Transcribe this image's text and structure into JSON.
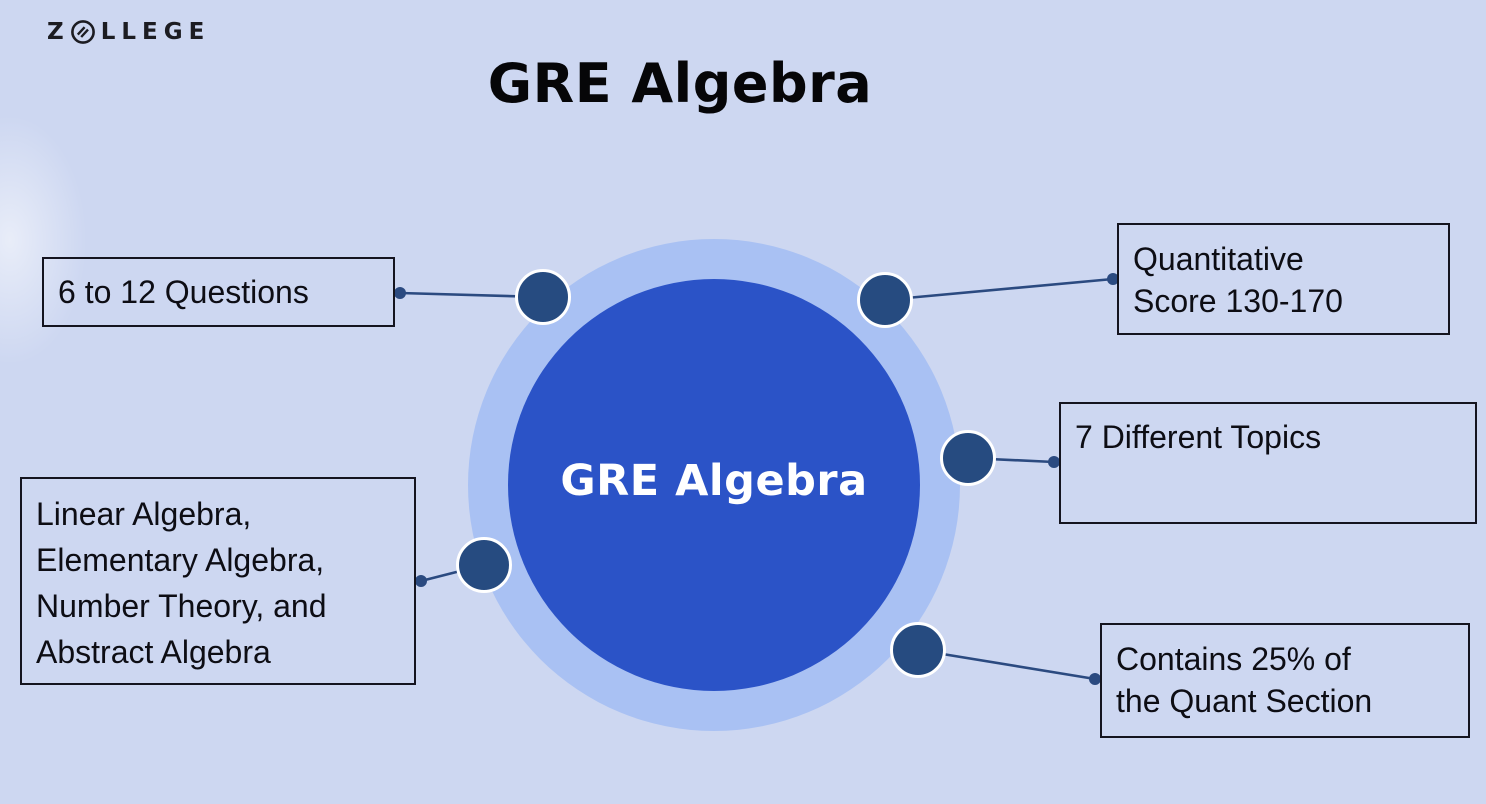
{
  "logo": {
    "prefix": "Z",
    "suffix": "LLEGE"
  },
  "title": "GRE Algebra",
  "center_label": "GRE Algebra",
  "colors": {
    "background": "#cdd7f1",
    "ring": "#a9c1f3",
    "circle": "#2b53c7",
    "node": "#264b80",
    "connector": "#2b4a80",
    "box_border": "#14141f",
    "text": "#0d0d14",
    "title": "#060608"
  },
  "callouts": [
    {
      "id": "questions",
      "lines": [
        "6 to 12 Questions"
      ]
    },
    {
      "id": "score",
      "lines": [
        "Quantitative",
        "Score 130-170"
      ]
    },
    {
      "id": "topics",
      "lines": [
        "7 Different Topics"
      ]
    },
    {
      "id": "syllabus",
      "lines": [
        "Linear Algebra,",
        "Elementary Algebra,",
        "Number Theory, and",
        "Abstract Algebra"
      ]
    },
    {
      "id": "quant",
      "lines": [
        "Contains 25% of",
        "the Quant Section"
      ]
    }
  ]
}
